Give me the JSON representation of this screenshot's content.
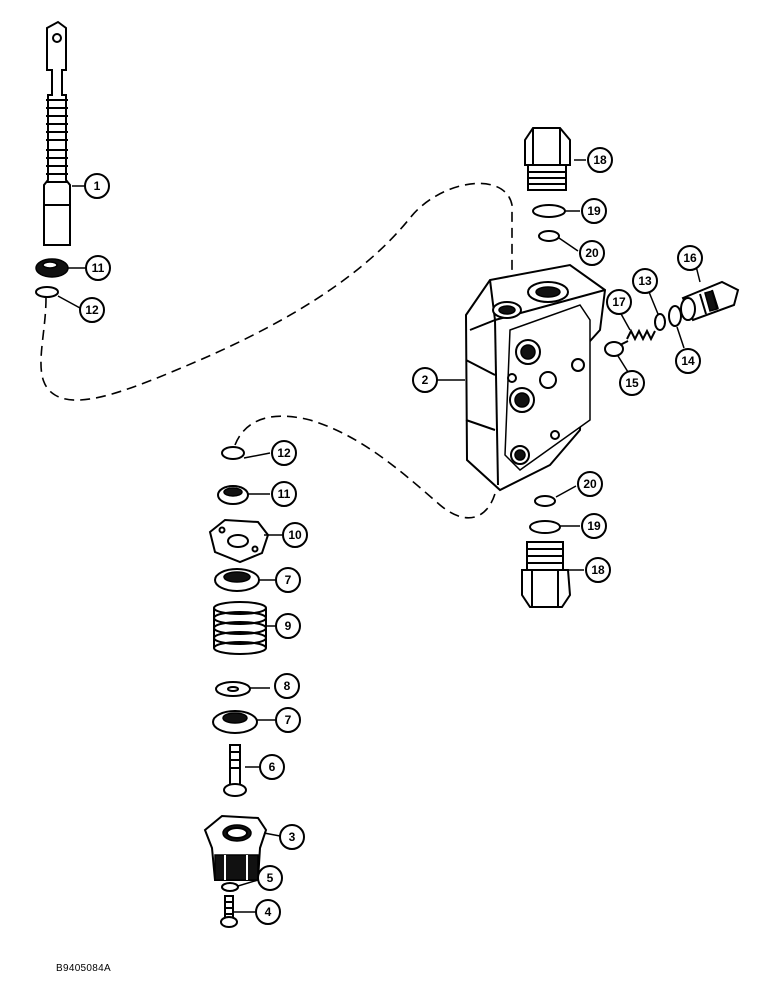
{
  "figure_id": "B9405084A",
  "callouts": [
    {
      "id": "c1",
      "label": "1"
    },
    {
      "id": "c2",
      "label": "2"
    },
    {
      "id": "c3",
      "label": "3"
    },
    {
      "id": "c4",
      "label": "4"
    },
    {
      "id": "c5",
      "label": "5"
    },
    {
      "id": "c6",
      "label": "6"
    },
    {
      "id": "c7a",
      "label": "7"
    },
    {
      "id": "c7b",
      "label": "7"
    },
    {
      "id": "c8",
      "label": "8"
    },
    {
      "id": "c9",
      "label": "9"
    },
    {
      "id": "c10",
      "label": "10"
    },
    {
      "id": "c11a",
      "label": "11"
    },
    {
      "id": "c11b",
      "label": "11"
    },
    {
      "id": "c12a",
      "label": "12"
    },
    {
      "id": "c12b",
      "label": "12"
    },
    {
      "id": "c13",
      "label": "13"
    },
    {
      "id": "c14",
      "label": "14"
    },
    {
      "id": "c15",
      "label": "15"
    },
    {
      "id": "c16",
      "label": "16"
    },
    {
      "id": "c17",
      "label": "17"
    },
    {
      "id": "c18a",
      "label": "18"
    },
    {
      "id": "c18b",
      "label": "18"
    },
    {
      "id": "c19a",
      "label": "19"
    },
    {
      "id": "c19b",
      "label": "19"
    },
    {
      "id": "c20a",
      "label": "20"
    },
    {
      "id": "c20b",
      "label": "20"
    }
  ]
}
